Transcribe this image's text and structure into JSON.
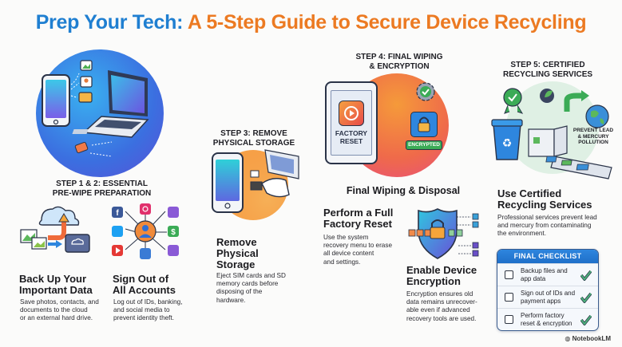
{
  "title": {
    "part1": "Prep Your Tech:",
    "part2": "A 5-Step Guide to Secure Device Recycling",
    "colors": {
      "part1": "#1f7fd1",
      "part2": "#ec7a22"
    }
  },
  "steps": {
    "step12": {
      "label_line1": "STEP 1 & 2: ESSENTIAL",
      "label_line2": "PRE-WIPE PREPARATION",
      "illustration": "phone-laptop-transfer-icon",
      "items": [
        {
          "icon": "cloud-backup-icon",
          "heading_line1": "Back Up Your",
          "heading_line2": "Important Data",
          "body_line1": "Save photos, contacts, and",
          "body_line2": "documents to the cloud",
          "body_line3": "or an external hard drive."
        },
        {
          "icon": "accounts-network-icon",
          "heading_line1": "Sign Out of",
          "heading_line2": "All Accounts",
          "body_line1": "Log out of IDs, banking,",
          "body_line2": "and social media to",
          "body_line3": "prevent identity theft."
        }
      ]
    },
    "step3": {
      "label_line1": "STEP 3: REMOVE",
      "label_line2": "PHYSICAL STORAGE",
      "illustration": "phone-sim-card-icon",
      "heading_line1": "Remove",
      "heading_line2": "Physical",
      "heading_line3": "Storage",
      "body_line1": "Eject SIM cards and SD",
      "body_line2": "memory cards before",
      "body_line3": "disposing of the",
      "body_line4": "hardware."
    },
    "step4": {
      "label_line1": "STEP 4: FINAL WIPING",
      "label_line2": "& ENCRYPTION",
      "illustration": "tablet-factory-reset-icon",
      "tablet_text_line1": "FACTORY",
      "tablet_text_line2": "RESET",
      "encrypted_badge": "ENCRYPTED",
      "section_heading": "Final Wiping & Disposal",
      "items": [
        {
          "heading_line1": "Perform a Full",
          "heading_line2": "Factory Reset",
          "body_line1": "Use the system",
          "body_line2": "recovery menu to erase",
          "body_line3": "all device content",
          "body_line4": "and settings."
        },
        {
          "icon": "shield-lock-icon",
          "heading_line1": "Enable Device",
          "heading_line2": "Encryption",
          "body_line1": "Encryption ensures old",
          "body_line2": "data remains unrecover-",
          "body_line3": "able even if advanced",
          "body_line4": "recovery tools are used."
        }
      ]
    },
    "step5": {
      "label_line1": "STEP 5: CERTIFIED",
      "label_line2": "RECYCLING SERVICES",
      "illustration": "recycling-conveyor-icon",
      "callout_line1": "PREVENT LEAD",
      "callout_line2": "& MERCURY",
      "callout_line3": "POLLUTION",
      "heading_line1": "Use Certified",
      "heading_line2": "Recycling Services",
      "body_line1": "Professional services prevent lead",
      "body_line2": "and mercury from contaminating",
      "body_line3": "the environment."
    }
  },
  "checklist": {
    "title": "FINAL CHECKLIST",
    "items": [
      {
        "line1": "Backup files and",
        "line2": "app data",
        "checked": true
      },
      {
        "line1": "Sign out of IDs and",
        "line2": "payment apps",
        "checked": true
      },
      {
        "line1": "Perform factory",
        "line2": "reset & encryption",
        "checked": true
      }
    ]
  },
  "footer": {
    "brand": "NotebookLM"
  }
}
